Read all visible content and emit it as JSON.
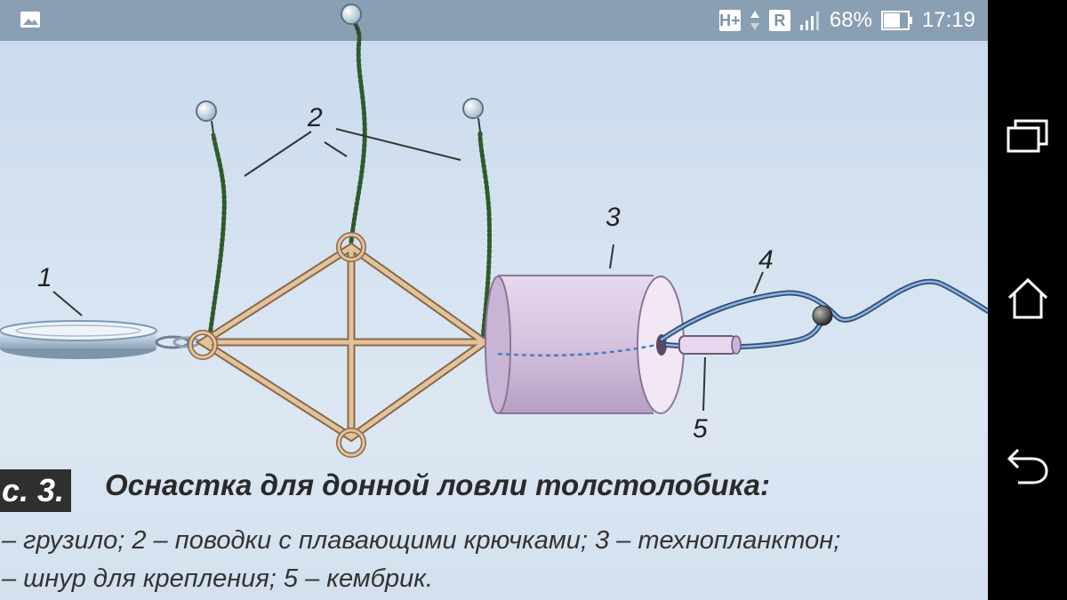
{
  "status_bar": {
    "left_icon": "image-icon",
    "network": "H+",
    "roaming": "R",
    "signal_icon": "signal-icon",
    "battery_percent": "68%",
    "battery_icon": "battery-icon",
    "time": "17:19"
  },
  "figure": {
    "labels": {
      "one": "1",
      "two": "2",
      "three": "3",
      "four": "4",
      "five": "5"
    },
    "caption_label": "с. 3.",
    "caption_title": "Оснастка для донной ловли толстолобика:",
    "legend_line1": "– грузило; 2 – поводки с плавающими крючками; 3 – технопланктон;",
    "legend_line2": "– шнур для крепления; 5 – кембрик."
  },
  "nav_bar": {
    "recent_icon": "recent-apps-icon",
    "home_icon": "home-icon",
    "back_icon": "back-icon"
  },
  "colors": {
    "status_bg": "#8a9fb4",
    "figure_bg": "#d6e3f1",
    "frame": "#c79a6c",
    "leader": "#3e6b3a",
    "cylinder": "#dcc8e4",
    "cord": "#5b7fae"
  }
}
